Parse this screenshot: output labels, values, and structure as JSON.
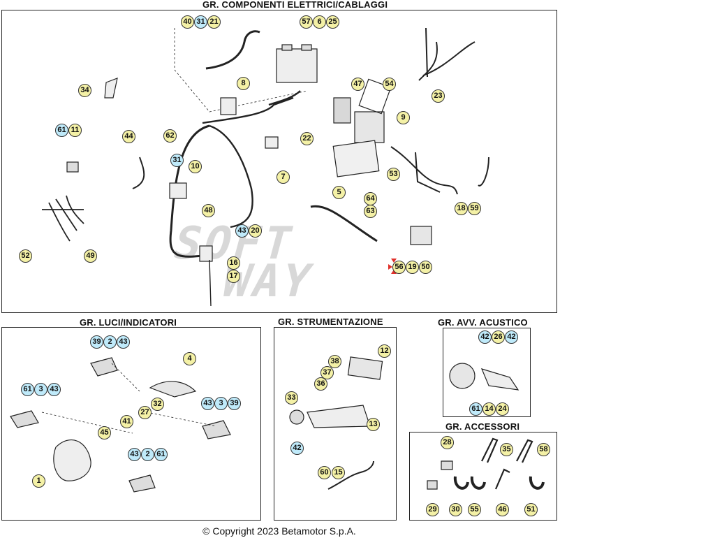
{
  "panels": {
    "electrical": {
      "title": "GR. COMPONENTI ELETTRICI/CABLAGGI"
    },
    "lights": {
      "title": "GR. LUCI/INDICATORI"
    },
    "instruments": {
      "title": "GR. STRUMENTAZIONE"
    },
    "horn": {
      "title": "GR. AVV. ACUSTICO"
    },
    "accessories": {
      "title": "GR. ACCESSORI"
    }
  },
  "footer": {
    "copyright": "© Copyright 2023 Betamotor S.p.A."
  },
  "watermark": {
    "line1": "SOFT",
    "line2": "WAY"
  },
  "colors": {
    "yellow_bubble": "#f4f1a6",
    "cyan_bubble": "#bfeafa",
    "selected_marker": "#e0302a"
  },
  "callouts": {
    "electrical": [
      {
        "label": "40",
        "color": "yellow"
      },
      {
        "label": "31",
        "color": "cyan"
      },
      {
        "label": "21",
        "color": "yellow"
      },
      {
        "label": "57",
        "color": "yellow"
      },
      {
        "label": "6",
        "color": "yellow"
      },
      {
        "label": "25",
        "color": "yellow"
      },
      {
        "label": "34",
        "color": "yellow"
      },
      {
        "label": "8",
        "color": "yellow"
      },
      {
        "label": "47",
        "color": "yellow"
      },
      {
        "label": "54",
        "color": "yellow"
      },
      {
        "label": "23",
        "color": "yellow"
      },
      {
        "label": "61",
        "color": "cyan"
      },
      {
        "label": "11",
        "color": "yellow"
      },
      {
        "label": "44",
        "color": "yellow"
      },
      {
        "label": "62",
        "color": "yellow"
      },
      {
        "label": "9",
        "color": "yellow"
      },
      {
        "label": "22",
        "color": "yellow"
      },
      {
        "label": "31",
        "color": "cyan"
      },
      {
        "label": "10",
        "color": "yellow"
      },
      {
        "label": "7",
        "color": "yellow"
      },
      {
        "label": "53",
        "color": "yellow"
      },
      {
        "label": "5",
        "color": "yellow"
      },
      {
        "label": "48",
        "color": "yellow"
      },
      {
        "label": "64",
        "color": "yellow"
      },
      {
        "label": "63",
        "color": "yellow"
      },
      {
        "label": "18",
        "color": "yellow"
      },
      {
        "label": "59",
        "color": "yellow"
      },
      {
        "label": "43",
        "color": "cyan"
      },
      {
        "label": "20",
        "color": "yellow"
      },
      {
        "label": "52",
        "color": "yellow"
      },
      {
        "label": "49",
        "color": "yellow"
      },
      {
        "label": "16",
        "color": "yellow"
      },
      {
        "label": "56",
        "color": "yellow"
      },
      {
        "label": "19",
        "color": "yellow"
      },
      {
        "label": "50",
        "color": "yellow"
      },
      {
        "label": "17",
        "color": "yellow"
      }
    ],
    "lights": [
      {
        "label": "39",
        "color": "cyan"
      },
      {
        "label": "2",
        "color": "cyan"
      },
      {
        "label": "43",
        "color": "cyan"
      },
      {
        "label": "4",
        "color": "yellow"
      },
      {
        "label": "61",
        "color": "cyan"
      },
      {
        "label": "3",
        "color": "cyan"
      },
      {
        "label": "43",
        "color": "cyan"
      },
      {
        "label": "32",
        "color": "yellow"
      },
      {
        "label": "27",
        "color": "yellow"
      },
      {
        "label": "43",
        "color": "cyan"
      },
      {
        "label": "3",
        "color": "cyan"
      },
      {
        "label": "39",
        "color": "cyan"
      },
      {
        "label": "41",
        "color": "yellow"
      },
      {
        "label": "45",
        "color": "yellow"
      },
      {
        "label": "43",
        "color": "cyan"
      },
      {
        "label": "2",
        "color": "cyan"
      },
      {
        "label": "61",
        "color": "cyan"
      },
      {
        "label": "1",
        "color": "yellow"
      }
    ],
    "instruments": [
      {
        "label": "12",
        "color": "yellow"
      },
      {
        "label": "38",
        "color": "yellow"
      },
      {
        "label": "37",
        "color": "yellow"
      },
      {
        "label": "36",
        "color": "yellow"
      },
      {
        "label": "33",
        "color": "yellow"
      },
      {
        "label": "13",
        "color": "yellow"
      },
      {
        "label": "42",
        "color": "cyan"
      },
      {
        "label": "60",
        "color": "yellow"
      },
      {
        "label": "15",
        "color": "yellow"
      }
    ],
    "horn": [
      {
        "label": "42",
        "color": "cyan"
      },
      {
        "label": "26",
        "color": "yellow"
      },
      {
        "label": "42",
        "color": "cyan"
      },
      {
        "label": "61",
        "color": "cyan"
      },
      {
        "label": "14",
        "color": "yellow"
      },
      {
        "label": "24",
        "color": "yellow"
      }
    ],
    "accessories": [
      {
        "label": "28",
        "color": "yellow"
      },
      {
        "label": "35",
        "color": "yellow"
      },
      {
        "label": "58",
        "color": "yellow"
      },
      {
        "label": "29",
        "color": "yellow"
      },
      {
        "label": "30",
        "color": "yellow"
      },
      {
        "label": "55",
        "color": "yellow"
      },
      {
        "label": "46",
        "color": "yellow"
      },
      {
        "label": "51",
        "color": "yellow"
      }
    ]
  }
}
